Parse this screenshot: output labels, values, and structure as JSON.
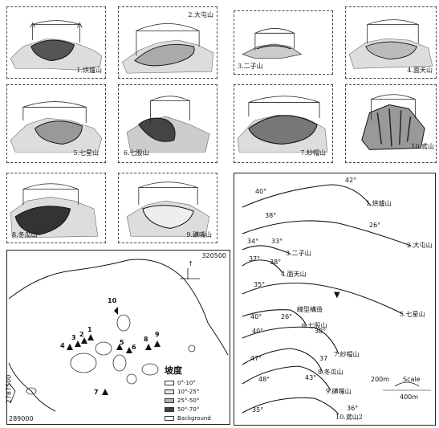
{
  "panels": [
    {
      "label": "1.烘爐山"
    },
    {
      "label": "2.大屯山"
    },
    {
      "label": "3.二子山"
    },
    {
      "label": "4.面天山"
    },
    {
      "label": "5.七星山"
    },
    {
      "label": "6.七股山"
    },
    {
      "label": "7.紗帽山"
    },
    {
      "label": "10.鳶山"
    },
    {
      "label": "8.冬瓜山"
    },
    {
      "label": "9.磺嘴山"
    }
  ],
  "profiles": {
    "labels": [
      "1.烘爐山",
      "2.大屯山",
      "3.二子山",
      "4.面天山",
      "5.七星山",
      "6.七股山",
      "7.紗帽山",
      "8.冬瓜山",
      "9.磺嘴山",
      "10.鳶山2"
    ],
    "angles": [
      "40°",
      "42°",
      "38°",
      "26°",
      "34°",
      "33°",
      "37°",
      "38°",
      "35°",
      "40°",
      "26°",
      "40°",
      "38°",
      "47°",
      "37",
      "48°",
      "43°",
      "35°",
      "36°"
    ],
    "fault_label": "線型構造",
    "scale_200": "200m",
    "scale_400": "400m",
    "scale_word": "Scale"
  },
  "map": {
    "coord_top": "320500",
    "coord_left": "2787500",
    "coord_bottom": "289000",
    "north": "↑",
    "numbers": [
      "10",
      "1",
      "2",
      "3",
      "4",
      "5",
      "6",
      "8",
      "9",
      "7"
    ],
    "legend_title": "坡度",
    "legend": [
      {
        "label": "0°-10°",
        "fill": "#ffffff"
      },
      {
        "label": "10°-25°",
        "fill": "#e4e4e4"
      },
      {
        "label": "25°-50°",
        "fill": "#b4b4b4"
      },
      {
        "label": "50°-70°",
        "fill": "#444444"
      },
      {
        "label": "Background",
        "fill": "#ffffff"
      }
    ]
  }
}
